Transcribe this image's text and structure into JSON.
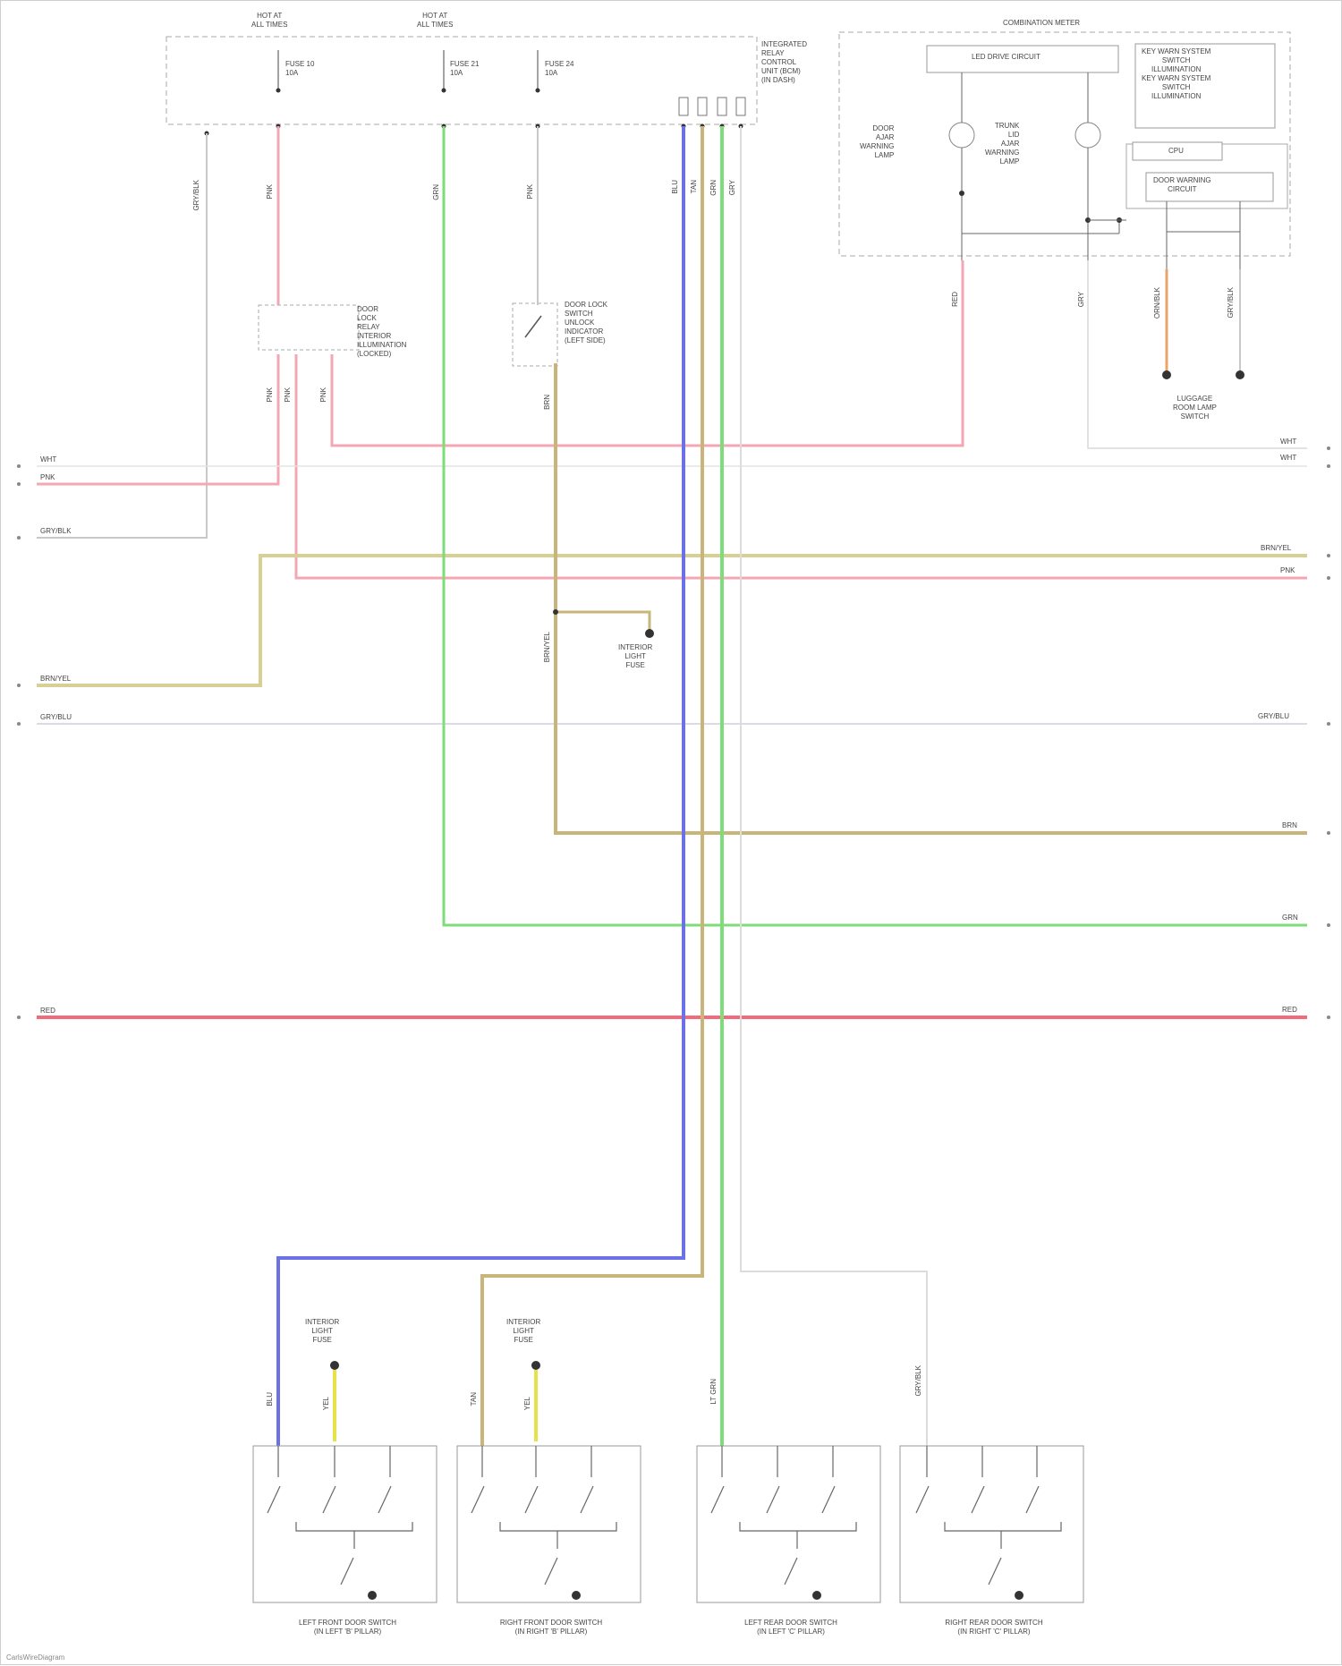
{
  "colors": {
    "wire_pink": "#f4a6b5",
    "wire_red": "#f36a7a",
    "wire_green": "#7fdc7a",
    "wire_blue": "#6c72e6",
    "wire_tan": "#c9b57a",
    "wire_yellow": "#e8e24a",
    "wire_gray": "#c8c8c8",
    "wire_brown": "#c4a26c",
    "wire_orange": "#e9a56b",
    "line_dark": "#555555"
  },
  "fuse_labels": {
    "left": "HOT AT\nALL TIMES",
    "right": "HOT AT\nALL TIMES",
    "fuse_a": "FUSE 10\n10A",
    "fuse_b": "FUSE 21\n10A",
    "fuse_c": "FUSE 24\n10A"
  },
  "top_block_label": "INTEGRATED\nRELAY\nCONTROL\nUNIT (BCM)\n(IN DASH)",
  "combination_meter": {
    "title": "COMBINATION METER",
    "led_driver": "LED DRIVE CIRCUIT",
    "warning_box": "KEY WARN SYSTEM\nSWITCH\nILLUMINATION\nKEY WARN SYSTEM\nSWITCH\nILLUMINATION",
    "cpu": "CPU",
    "gauge_box": "DOOR WARNING\nCIRCUIT",
    "lamp_left": "DOOR\nAJAR\nWARNING\nLAMP",
    "lamp_right": "TRUNK\nLID\nAJAR\nWARNING\nLAMP"
  },
  "lamp_relay": "DOOR\nLOCK\nRELAY\nINTERIOR\nILLUMINATION\n(LOCKED)",
  "door_switch": "DOOR LOCK\nSWITCH\nUNLOCK\nINDICATOR\n(LEFT SIDE)",
  "lamp_socket": "INTERIOR\nLIGHT\nFUSE",
  "luggage_lamp": "LUGGAGE\nROOM LAMP\nSWITCH",
  "left_wires": [
    "WHT",
    "PNK",
    "GRY/BLK",
    "BRN/YEL",
    "GRY/BLU",
    "RED"
  ],
  "right_wires": [
    "WHT",
    "WHT",
    "BRN/YEL",
    "PNK",
    "GRY/BLU",
    "BRN",
    "GRN",
    "RED"
  ],
  "wire_tags_vertical": [
    "GRY/BLK",
    "PNK",
    "GRN",
    "PNK",
    "BLU",
    "TAN",
    "GRN",
    "GRY",
    "RED",
    "GRY",
    "ORN/BLK",
    "GRY/BLK",
    "BRN",
    "BRN/YEL",
    "PNK",
    "PNK",
    "PNK"
  ],
  "switch_lamp_labels": [
    "INTERIOR\nLIGHT\nFUSE",
    "INTERIOR\nLIGHT\nFUSE"
  ],
  "switch_bottom_tags": [
    "BLU",
    "YEL",
    "TAN",
    "YEL",
    "LT GRN",
    "GRY/BLK"
  ],
  "switch_captions": [
    "LEFT FRONT DOOR SWITCH\n(IN LEFT 'B' PILLAR)",
    "RIGHT FRONT DOOR SWITCH\n(IN RIGHT 'B' PILLAR)",
    "LEFT REAR DOOR SWITCH\n(IN LEFT 'C' PILLAR)",
    "RIGHT REAR DOOR SWITCH\n(IN RIGHT 'C' PILLAR)"
  ],
  "watermark": "CarlsWireDiagram"
}
